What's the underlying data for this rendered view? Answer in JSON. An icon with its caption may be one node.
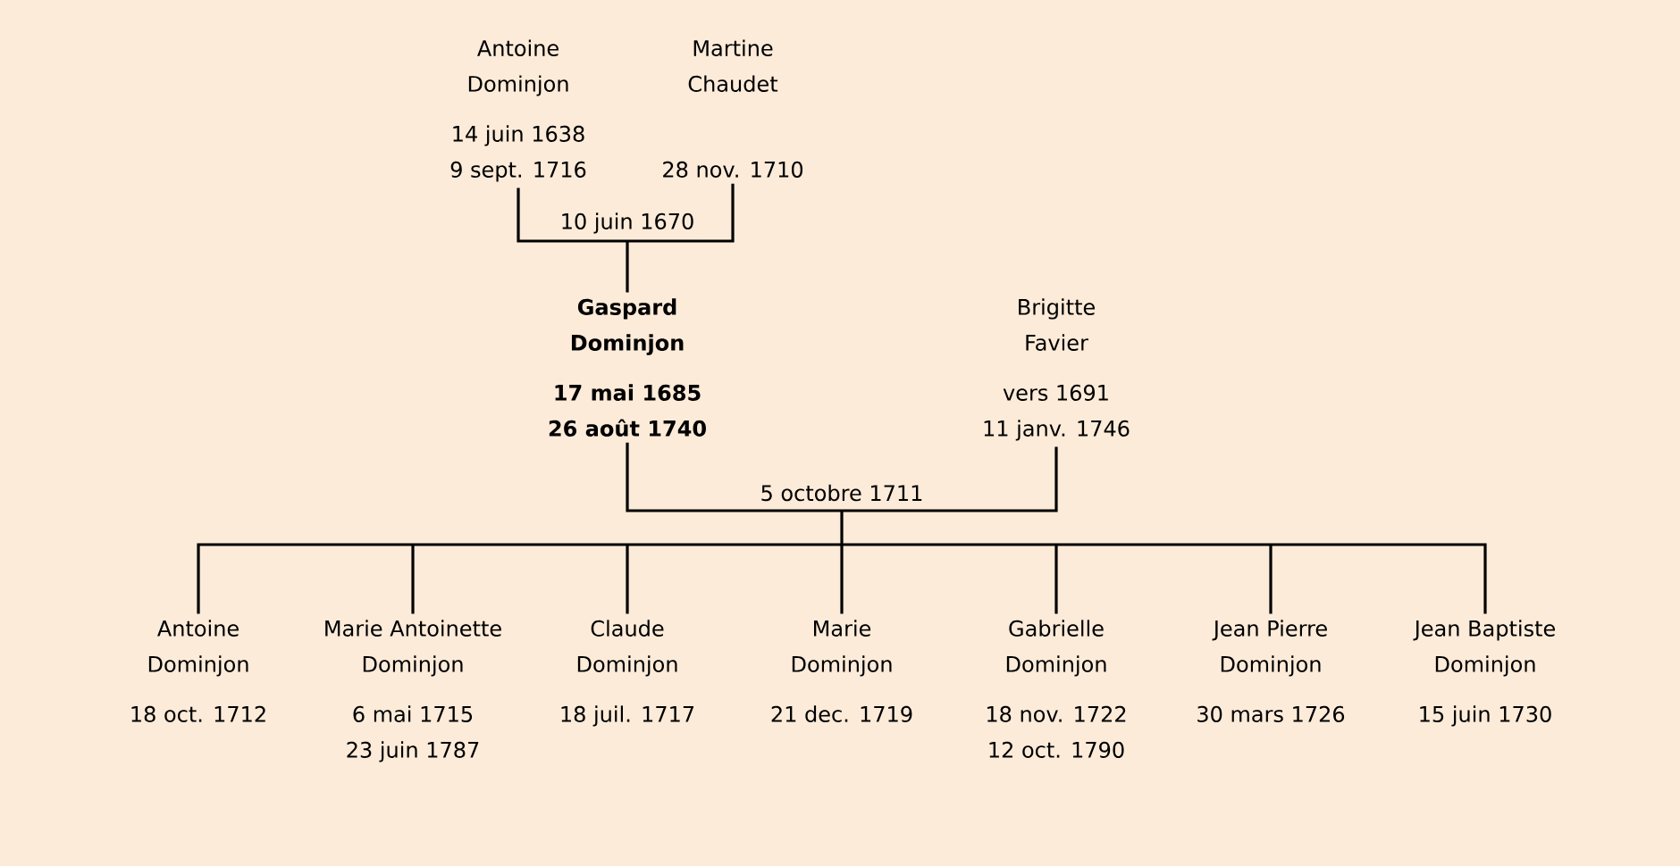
{
  "diagram": {
    "nodes": [
      {
        "text": [
          "Antoine Dominjon",
          "14 juin 1638",
          "9 sept. 1716"
        ]
      },
      {
        "text": [
          "Martine Chaudet",
          "28 nov. 1710"
        ]
      },
      {
        "text": [
          "Gaspard Dominjon",
          "17 mai 1685",
          "26 août 1740"
        ]
      },
      {
        "text": [
          "Brigitte Favier",
          "vers 1691",
          "11 janv. 1746"
        ]
      },
      {
        "text": [
          "Antoine Dominjon",
          "18 oct. 1712"
        ]
      },
      {
        "text": [
          "Marie Antoinette Dominjon",
          "6 mai 1715",
          "23 juin 1787"
        ]
      },
      {
        "text": [
          "Claude Dominjon",
          "18 juil. 1717"
        ]
      },
      {
        "text": [
          "Marie Dominjon",
          "21 dec. 1719"
        ]
      },
      {
        "text": [
          "Gabrielle Dominjon",
          "18 nov. 1722",
          "12 oct. 1790"
        ]
      },
      {
        "text": [
          "Jean Pierre Dominjon",
          "30 mars 1726"
        ]
      },
      {
        "text": [
          "Jean Baptiste Dominjon",
          "15 juin 1730"
        ]
      }
    ],
    "edges": [
      {
        "from": 0,
        "to": 2,
        "arrow": "none",
        "label": "10 juin 1670"
      },
      {
        "from": 1,
        "to": 2,
        "arrow": "none"
      },
      {
        "from": 2,
        "to": 4,
        "arrow": "none",
        "label": "5 octobre 1711"
      },
      {
        "from": 3,
        "to": 4,
        "arrow": "none"
      },
      {
        "from": 2,
        "to": 5,
        "arrow": "none"
      },
      {
        "from": 3,
        "to": 5,
        "arrow": "none"
      },
      {
        "from": 2,
        "to": 6,
        "arrow": "none"
      },
      {
        "from": 3,
        "to": 6,
        "arrow": "none"
      },
      {
        "from": 2,
        "to": 7,
        "arrow": "none"
      },
      {
        "from": 3,
        "to": 7,
        "arrow": "none"
      },
      {
        "from": 2,
        "to": 8,
        "arrow": "none"
      },
      {
        "from": 3,
        "to": 8,
        "arrow": "none"
      },
      {
        "from": 2,
        "to": 9,
        "arrow": "none"
      },
      {
        "from": 3,
        "to": 9,
        "arrow": "none"
      },
      {
        "from": 2,
        "to": 10,
        "arrow": "none"
      },
      {
        "from": 3,
        "to": 10,
        "arrow": "none"
      }
    ]
  }
}
